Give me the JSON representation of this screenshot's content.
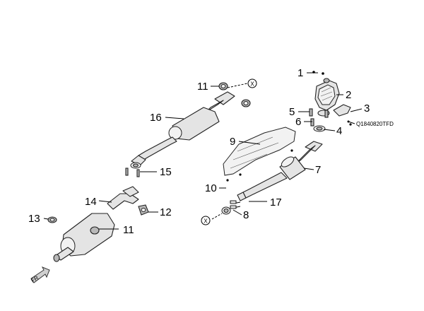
{
  "diagram_code": "Q1840820TFD",
  "connector_symbol": "X",
  "front_marker": "FR",
  "callouts": {
    "c1": "1",
    "c2": "2",
    "c3": "3",
    "c4": "4",
    "c5": "5",
    "c6": "6",
    "c7": "7",
    "c8": "8",
    "c9": "9",
    "c10": "10",
    "c11a": "11",
    "c11b": "11",
    "c12": "12",
    "c13": "13",
    "c14": "14",
    "c15": "15",
    "c16": "16",
    "c17": "17"
  }
}
